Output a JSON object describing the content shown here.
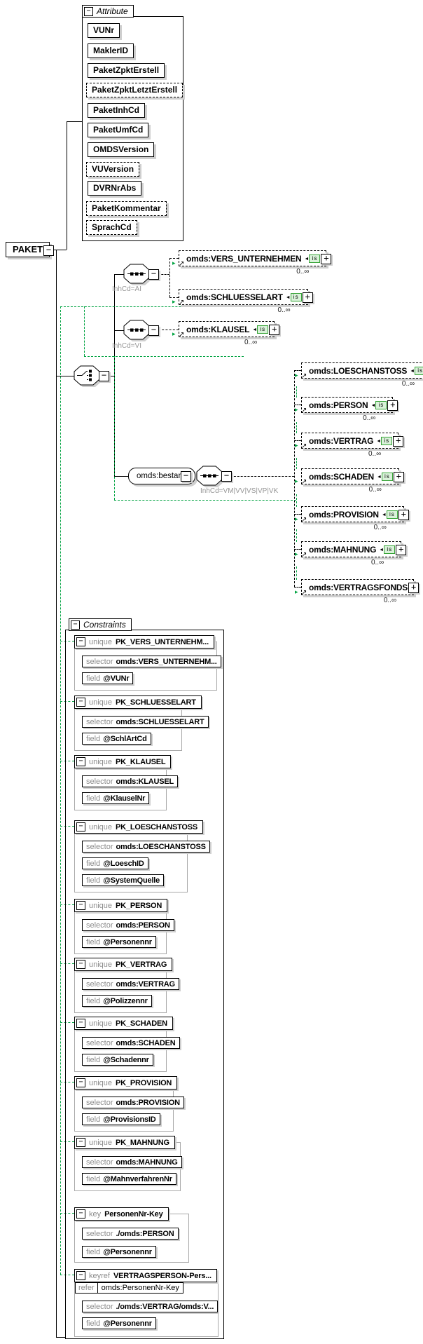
{
  "diagram": {
    "root_element": "PAKET",
    "attributes_title": "Attribute",
    "constraints_title": "Constraints",
    "colors": {
      "line": "#000000",
      "constraint_link_green": "#00a341",
      "shadow": "#cfcfcf",
      "muted_label": "#969696",
      "badge_bg": "#d9f2d9",
      "badge_border": "#36a336"
    }
  },
  "ui": {
    "collapse": "−",
    "expand": "+",
    "is_badge": "is",
    "ref_arrow": "↗",
    "badge_arrow": "◄",
    "link_arrow": "▸"
  },
  "labels": {
    "unique": "unique",
    "key": "key",
    "keyref": "keyref",
    "selector": "selector",
    "field": "field",
    "refer": "refer"
  },
  "attributes": [
    {
      "label": "VUNr",
      "optional": false
    },
    {
      "label": "MaklerID",
      "optional": false
    },
    {
      "label": "PaketZpktErstell",
      "optional": false
    },
    {
      "label": "PaketZpktLetztErstell",
      "optional": true
    },
    {
      "label": "PaketInhCd",
      "optional": false
    },
    {
      "label": "PaketUmfCd",
      "optional": false
    },
    {
      "label": "OMDSVersion",
      "optional": false
    },
    {
      "label": "VUVersion",
      "optional": true
    },
    {
      "label": "DVRNrAbs",
      "optional": false
    },
    {
      "label": "PaketKommentar",
      "optional": true
    },
    {
      "label": "SprachCd",
      "optional": true
    }
  ],
  "groups": {
    "ai": {
      "type": "sequence",
      "condition": "InhCd=AI"
    },
    "vi": {
      "type": "sequence",
      "condition": "InhCd=VI"
    },
    "choice": {
      "type": "choice"
    },
    "bestand": {
      "owner": "omds:bestand",
      "type": "sequence",
      "condition": "InhCd=VM|VV|VS|VP|VK"
    }
  },
  "elements": [
    {
      "name": "omds:VERS_UNTERNEHMEN",
      "cardinality": "0..∞",
      "has_constraint_badge": true
    },
    {
      "name": "omds:SCHLUESSELART",
      "cardinality": "0..∞",
      "has_constraint_badge": true
    },
    {
      "name": "omds:KLAUSEL",
      "cardinality": "0..∞",
      "has_constraint_badge": true
    },
    {
      "name": "omds:LOESCHANSTOSS",
      "cardinality": "0..∞",
      "has_constraint_badge": true
    },
    {
      "name": "omds:PERSON",
      "cardinality": "0..∞",
      "has_constraint_badge": true
    },
    {
      "name": "omds:VERTRAG",
      "cardinality": "0..∞",
      "has_constraint_badge": true
    },
    {
      "name": "omds:SCHADEN",
      "cardinality": "0..∞",
      "has_constraint_badge": true
    },
    {
      "name": "omds:PROVISION",
      "cardinality": "0..∞",
      "has_constraint_badge": true
    },
    {
      "name": "omds:MAHNUNG",
      "cardinality": "0..∞",
      "has_constraint_badge": true
    },
    {
      "name": "omds:VERTRAGSFONDS",
      "cardinality": "0..∞",
      "has_constraint_badge": false
    }
  ],
  "constraints": [
    {
      "kind": "unique",
      "name": "PK_VERS_UNTERNEHM...",
      "selector": "omds:VERS_UNTERNEHM...",
      "fields": [
        "@VUNr"
      ]
    },
    {
      "kind": "unique",
      "name": "PK_SCHLUESSELART",
      "selector": "omds:SCHLUESSELART",
      "fields": [
        "@SchlArtCd"
      ]
    },
    {
      "kind": "unique",
      "name": "PK_KLAUSEL",
      "selector": "omds:KLAUSEL",
      "fields": [
        "@KlauselNr"
      ]
    },
    {
      "kind": "unique",
      "name": "PK_LOESCHANSTOSS",
      "selector": "omds:LOESCHANSTOSS",
      "fields": [
        "@LoeschID",
        "@SystemQuelle"
      ]
    },
    {
      "kind": "unique",
      "name": "PK_PERSON",
      "selector": "omds:PERSON",
      "fields": [
        "@Personennr"
      ]
    },
    {
      "kind": "unique",
      "name": "PK_VERTRAG",
      "selector": "omds:VERTRAG",
      "fields": [
        "@Polizzennr"
      ]
    },
    {
      "kind": "unique",
      "name": "PK_SCHADEN",
      "selector": "omds:SCHADEN",
      "fields": [
        "@Schadennr"
      ]
    },
    {
      "kind": "unique",
      "name": "PK_PROVISION",
      "selector": "omds:PROVISION",
      "fields": [
        "@ProvisionsID"
      ]
    },
    {
      "kind": "unique",
      "name": "PK_MAHNUNG",
      "selector": "omds:MAHNUNG",
      "fields": [
        "@MahnverfahrenNr"
      ]
    },
    {
      "kind": "key",
      "name": "PersonenNr-Key",
      "selector": "./omds:PERSON",
      "fields": [
        "@Personennr"
      ]
    },
    {
      "kind": "keyref",
      "name": "VERTRAGSPERSON-Pers...",
      "refer": "omds:PersonenNr-Key",
      "selector": "./omds:VERTRAG/omds:V...",
      "fields": [
        "@Personennr"
      ]
    }
  ]
}
